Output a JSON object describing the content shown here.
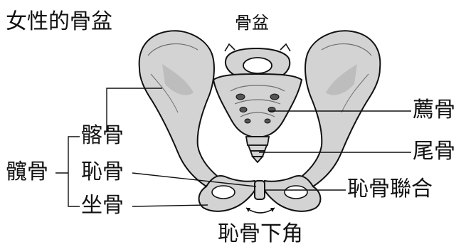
{
  "title": "女性的骨盆",
  "diagram_title": "骨盆",
  "labels": {
    "sacrum": "薦骨",
    "coccyx": "尾骨",
    "pubic_symphysis": "恥骨聯合",
    "ilium": "髂骨",
    "hip_bone": "髖骨",
    "pubis": "恥骨",
    "ischium": "坐骨",
    "pubic_arch": "恥骨下角"
  },
  "colors": {
    "bone_fill": "#d3d3d3",
    "bone_shade": "#bdbdbd",
    "bone_highlight": "#e6e6e6",
    "outline": "#111111",
    "leader": "#111111"
  }
}
